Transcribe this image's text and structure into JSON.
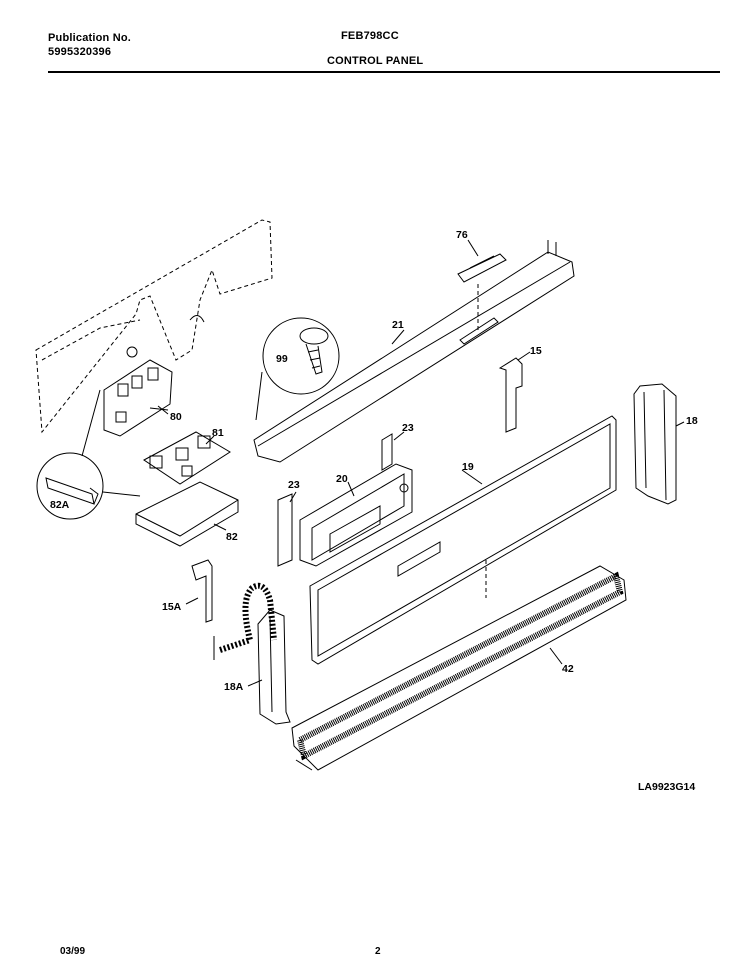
{
  "header": {
    "publication_label": "Publication No.",
    "publication_number": "5995320396",
    "model": "FEB798CC",
    "section_title": "CONTROL PANEL"
  },
  "diagram_id": "LA9923G14",
  "footer": {
    "date": "03/99",
    "page": "2"
  },
  "part_labels": [
    "76",
    "21",
    "15",
    "99",
    "80",
    "81",
    "23",
    "20",
    "19",
    "18",
    "82A",
    "23",
    "82",
    "15A",
    "18A",
    "42"
  ]
}
